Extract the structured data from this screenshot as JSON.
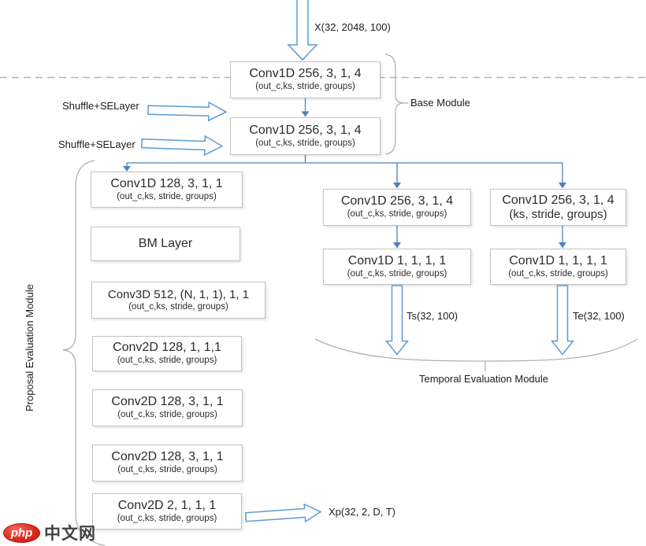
{
  "diagram": {
    "input_label": "X(32, 2048, 100)",
    "output_label": "Xp(32, 2, D, T)",
    "ts_label": "Ts(32, 100)",
    "te_label": "Te(32, 100)",
    "base": {
      "label": "Base Module",
      "shuffle1": "Shuffle+SELayer",
      "shuffle2": "Shuffle+SELayer",
      "boxes": [
        {
          "title": "Conv1D 256, 3, 1, 4",
          "subtitle": "(out_c,ks, stride, groups)"
        },
        {
          "title": "Conv1D 256, 3, 1, 4",
          "subtitle": "(out_c,ks, stride, groups)"
        }
      ]
    },
    "proposal": {
      "label": "Proposal Evaluation Module",
      "boxes": [
        {
          "title": "Conv1D 128, 3, 1, 1",
          "subtitle": "(out_c,ks, stride, groups)"
        },
        {
          "title": "BM Layer",
          "subtitle": ""
        },
        {
          "title": "Conv3D 512, (N, 1, 1), 1, 1",
          "subtitle": "(out_c,ks, stride, groups)"
        },
        {
          "title": "Conv2D 128, 1, 1,1",
          "subtitle": "(out_c,ks, stride, groups)"
        },
        {
          "title": "Conv2D 128, 3, 1, 1",
          "subtitle": "(out_c,ks, stride, groups)"
        },
        {
          "title": "Conv2D 128, 3, 1, 1",
          "subtitle": "(out_c,ks, stride, groups)"
        },
        {
          "title": "Conv2D 2, 1, 1, 1",
          "subtitle": "(out_c,ks, stride, groups)"
        }
      ]
    },
    "temporal": {
      "label": "Temporal Evaluation Module",
      "left_boxes": [
        {
          "title": "Conv1D 256, 3, 1, 4",
          "subtitle": "(out_c,ks, stride, groups)"
        },
        {
          "title": "Conv1D 1, 1, 1, 1",
          "subtitle": "(out_c,ks, stride, groups)"
        }
      ],
      "right_boxes": [
        {
          "title": "Conv1D 256, 3, 1, 4",
          "subtitle": "(ks, stride, groups)"
        },
        {
          "title": "Conv1D 1, 1, 1, 1",
          "subtitle": "(out_c,ks, stride, groups)"
        }
      ]
    },
    "watermark": {
      "badge": "php",
      "text": "中文网"
    },
    "colors": {
      "line_blue": "#4f81bd",
      "arrow_outline": "#5b9bd5",
      "box_border": "#c2c2c2",
      "brace_gray": "#b0b0b0",
      "dash_gray": "#b3b3b3",
      "logo_red": "#e0281e"
    }
  }
}
